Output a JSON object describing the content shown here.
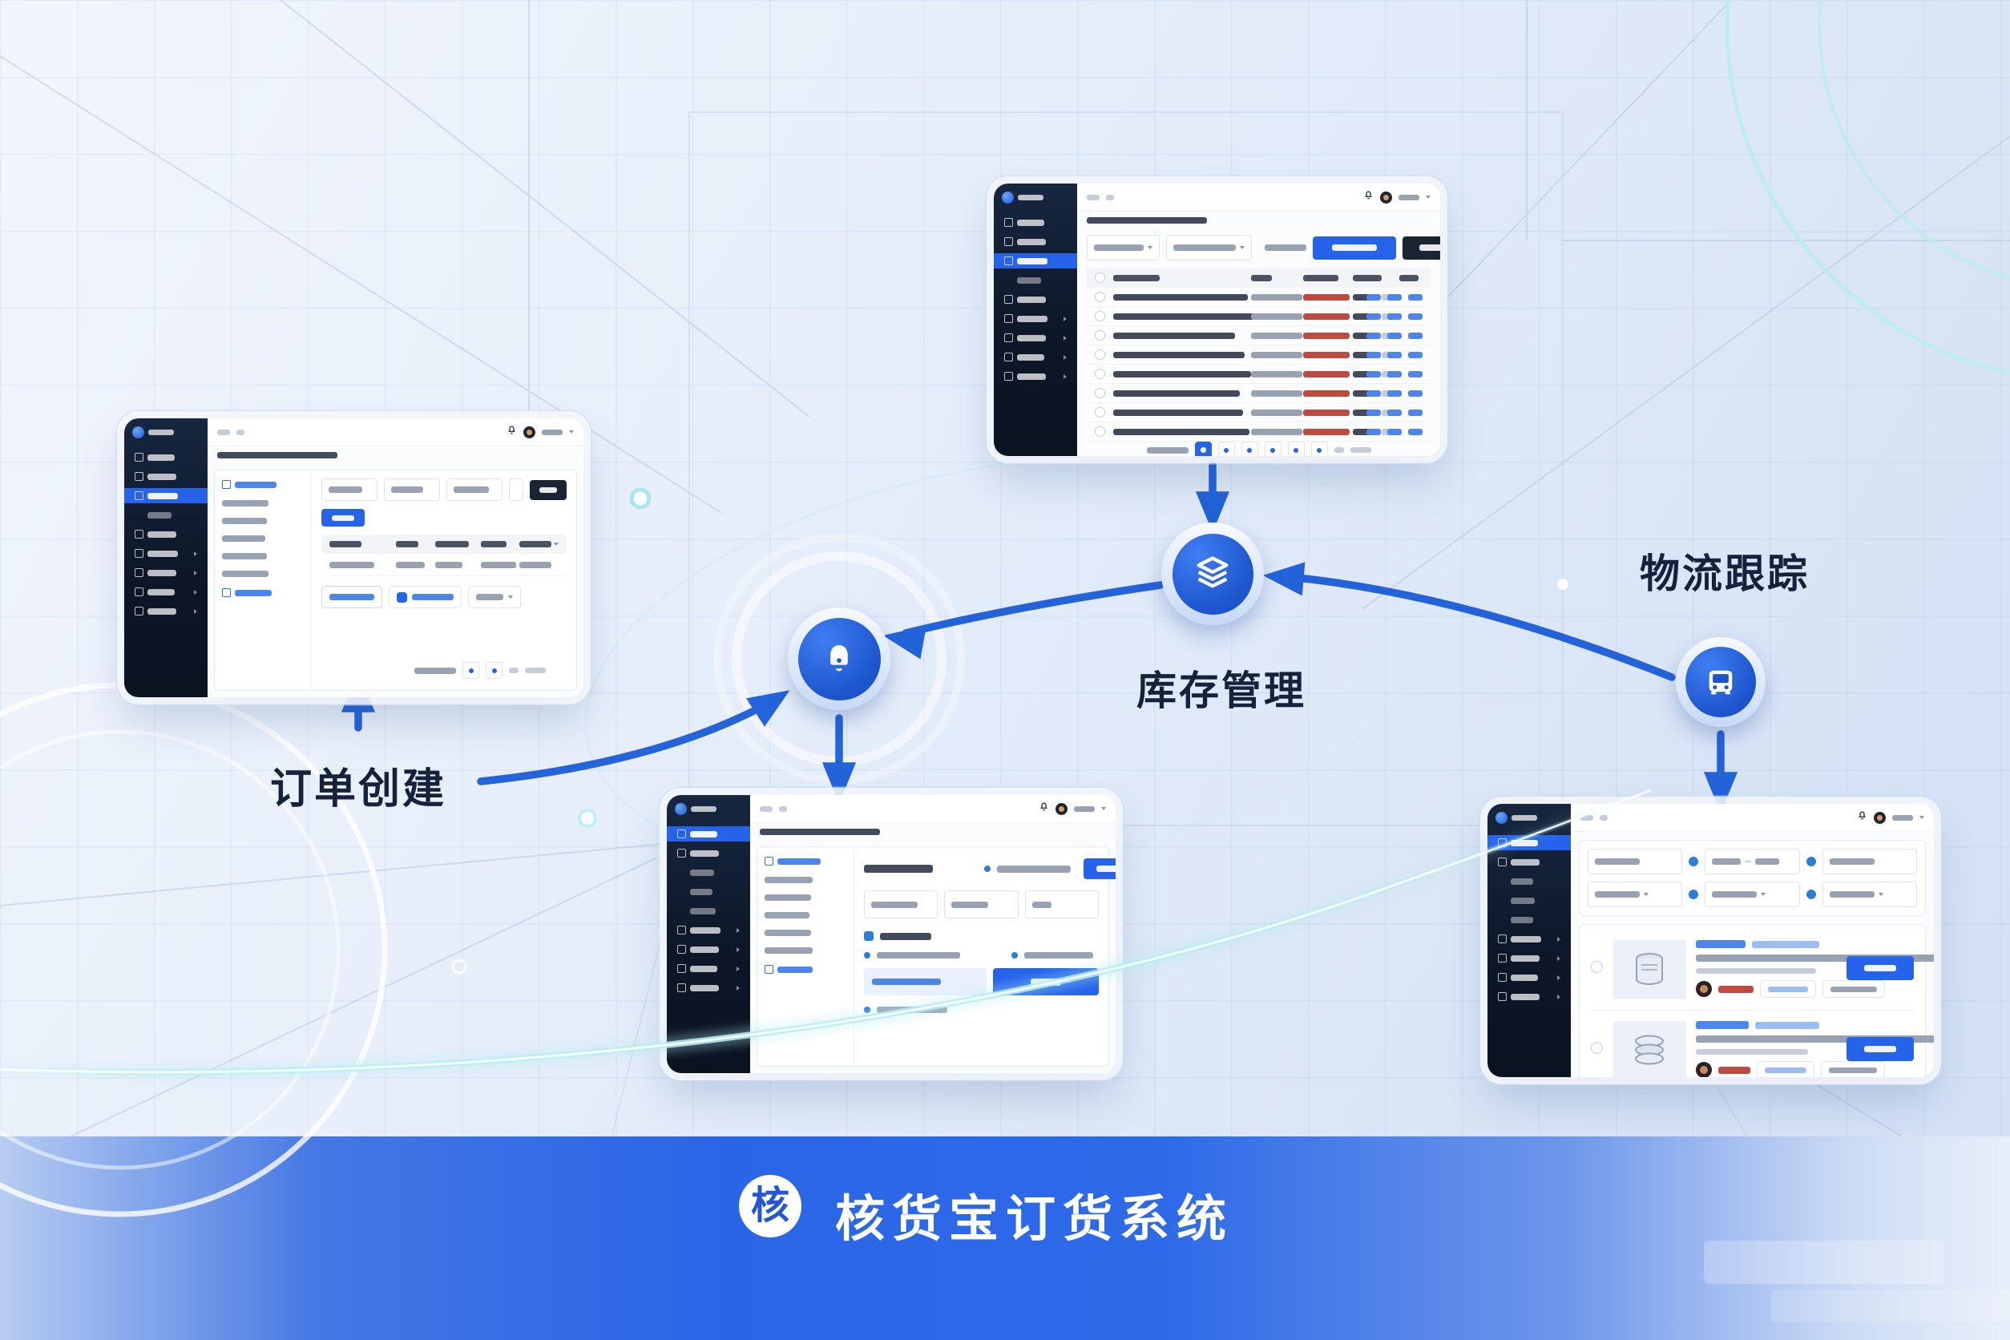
{
  "scene": {
    "flow_labels": {
      "order_create": "订单创建",
      "inventory": "库存管理",
      "logistics": "物流跟踪"
    },
    "banner": {
      "logo_char": "核",
      "title": "核货宝订货系统"
    },
    "colors": {
      "accent_blue": "#1d5ed8",
      "sidebar_navy": "#0d1729",
      "highlight_blue": "#2563eb",
      "danger_red": "#bf4a40",
      "link_blue": "#4c86ec",
      "banner_blue": "#2a65e7",
      "glow_cyan": "#bdeef2",
      "label_navy": "#16213c"
    },
    "flow_nodes": [
      {
        "icon": "bell-icon",
        "connects": "order-to-detail"
      },
      {
        "icon": "layers-stack-icon",
        "label_key": "inventory"
      },
      {
        "icon": "truck-icon",
        "label_key": "logistics"
      }
    ]
  },
  "panels": {
    "order": {
      "name": "order-creation-screenshot",
      "sidebar": [
        {
          "w": 34
        },
        {
          "w": 36
        },
        {
          "w": 38,
          "active": true
        },
        {
          "w": 30,
          "sub": true
        },
        {
          "w": 36
        },
        {
          "w": 38,
          "caret": true
        },
        {
          "w": 36,
          "caret": true
        },
        {
          "w": 34,
          "caret": true
        },
        {
          "w": 36,
          "caret": true
        }
      ],
      "nav": [
        {
          "w": 52,
          "active": true
        },
        {
          "w": 58
        },
        {
          "w": 56
        },
        {
          "w": 54
        },
        {
          "w": 56
        },
        {
          "w": 58
        },
        {
          "w": 46,
          "blue": true
        }
      ],
      "filter_boxes": [
        78,
        78,
        78
      ],
      "table_head": [
        40,
        28,
        42,
        32,
        40
      ],
      "table_row": [
        56,
        36,
        34,
        44,
        40
      ],
      "chips": [
        {
          "kind": "blue-outline",
          "w": 56
        },
        {
          "kind": "toggle",
          "w": 52
        },
        {
          "kind": "select",
          "w": 34
        }
      ],
      "pager_squares": 2
    },
    "inventory": {
      "name": "inventory-management-screenshot",
      "sidebar": [
        {
          "w": 34
        },
        {
          "w": 36
        },
        {
          "w": 38,
          "active": true
        },
        {
          "w": 30,
          "sub": true
        },
        {
          "w": 36
        },
        {
          "w": 38,
          "caret": true
        },
        {
          "w": 36,
          "caret": true
        },
        {
          "w": 34,
          "caret": true
        },
        {
          "w": 36,
          "caret": true
        }
      ],
      "selects": [
        132,
        146
      ],
      "table_head": [
        58,
        26,
        44,
        36,
        24
      ],
      "table_rows": [
        {
          "n": 168
        },
        {
          "n": 176
        },
        {
          "n": 152
        },
        {
          "n": 164
        },
        {
          "n": 172
        },
        {
          "n": 158
        },
        {
          "n": 162
        },
        {
          "n": 170
        }
      ],
      "pager_squares": 6
    },
    "detail": {
      "name": "order-detail-settings-screenshot",
      "sidebar": [
        {
          "w": 34,
          "active": true
        },
        {
          "w": 36
        },
        {
          "w": 30,
          "sub": true
        },
        {
          "w": 28,
          "sub": true
        },
        {
          "w": 32,
          "sub": true
        },
        {
          "w": 38,
          "caret": true
        },
        {
          "w": 36,
          "caret": true
        },
        {
          "w": 34,
          "caret": true
        },
        {
          "w": 36,
          "caret": true
        }
      ],
      "nav": [
        {
          "w": 54,
          "active": true
        },
        {
          "w": 60
        },
        {
          "w": 58
        },
        {
          "w": 56
        },
        {
          "w": 58
        },
        {
          "w": 60
        },
        {
          "w": 44,
          "blue": true
        }
      ],
      "inputs": [
        60,
        46,
        24
      ]
    },
    "logistics": {
      "name": "logistics-tracking-screenshot",
      "sidebar": [
        {
          "w": 34,
          "active": true
        },
        {
          "w": 36
        },
        {
          "w": 28,
          "sub": true
        },
        {
          "w": 30,
          "sub": true
        },
        {
          "w": 28,
          "sub": true
        },
        {
          "w": 38,
          "caret": true
        },
        {
          "w": 36,
          "caret": true
        },
        {
          "w": 34,
          "caret": true
        },
        {
          "w": 36,
          "caret": true
        }
      ],
      "filters": [
        {
          "k": "input"
        },
        {
          "k": "range",
          "dot": true
        },
        {
          "k": "input",
          "dot": true
        },
        {
          "k": "select"
        },
        {
          "k": "select",
          "dot": true
        },
        {
          "k": "select",
          "dot": true
        }
      ],
      "cards": [
        {
          "thumb": "canister",
          "title_w": 62,
          "title2_w": 84,
          "desc_w": 330,
          "sub_w": 150,
          "price_w": 44,
          "chips": [
            50,
            58
          ]
        },
        {
          "thumb": "discs",
          "title_w": 66,
          "title2_w": 80,
          "desc_w": 322,
          "sub_w": 140,
          "price_w": 40,
          "chips": [
            52,
            60
          ]
        }
      ]
    }
  }
}
